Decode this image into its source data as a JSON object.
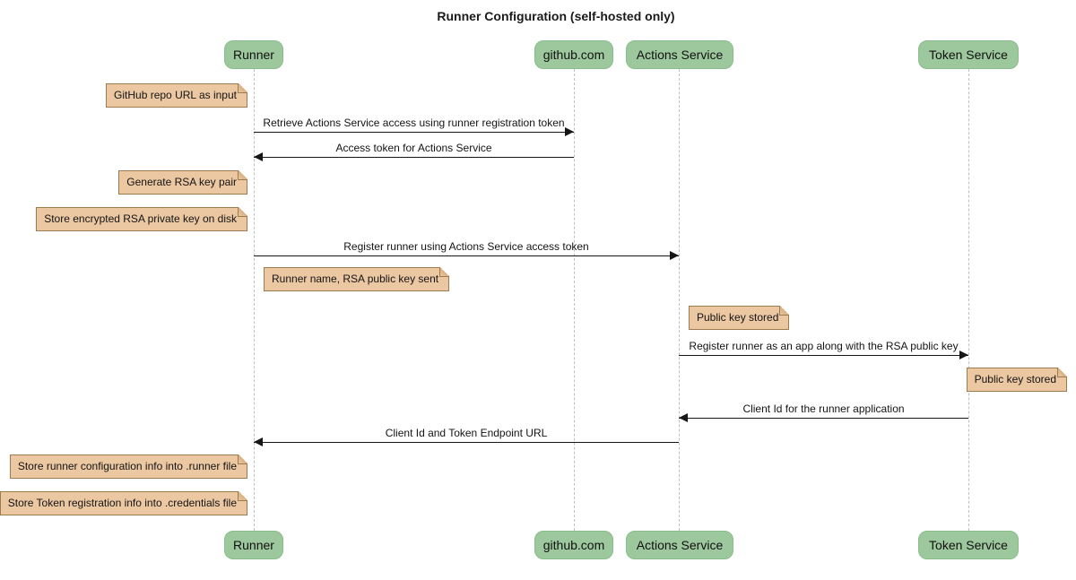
{
  "title": "Runner Configuration (self-hosted only)",
  "diagram_type": "sequence",
  "colors": {
    "participant_fill": "#9DC89D",
    "participant_border": "#8ABD8A",
    "note_fill": "#EBC7A2",
    "note_border": "#9C7B4F",
    "note_fold": "#D8B081",
    "lifeline": "#BFBFBF",
    "message_line": "#161616",
    "text": "#111111",
    "background": "#FFFFFF"
  },
  "participants": [
    {
      "id": "runner",
      "label": "Runner"
    },
    {
      "id": "github",
      "label": "github.com"
    },
    {
      "id": "actions-service",
      "label": "Actions Service"
    },
    {
      "id": "token-service",
      "label": "Token Service"
    }
  ],
  "messages": [
    {
      "from": "runner",
      "to": "github",
      "label": "Retrieve Actions Service access using runner registration token"
    },
    {
      "from": "github",
      "to": "runner",
      "label": "Access token for Actions Service"
    },
    {
      "from": "runner",
      "to": "actions-service",
      "label": "Register runner using Actions Service access token"
    },
    {
      "from": "actions-service",
      "to": "token-service",
      "label": "Register runner as an app along with the RSA public key"
    },
    {
      "from": "token-service",
      "to": "actions-service",
      "label": "Client Id for the runner application"
    },
    {
      "from": "actions-service",
      "to": "runner",
      "label": "Client Id and Token Endpoint URL"
    }
  ],
  "notes": [
    {
      "attached_to": "runner",
      "label": "GitHub repo URL as input"
    },
    {
      "attached_to": "runner",
      "label": "Generate RSA key pair"
    },
    {
      "attached_to": "runner",
      "label": "Store encrypted RSA private key on disk"
    },
    {
      "attached_to": "runner",
      "label": "Runner name, RSA public key sent"
    },
    {
      "attached_to": "actions-service",
      "label": "Public key stored"
    },
    {
      "attached_to": "token-service",
      "label": "Public key stored"
    },
    {
      "attached_to": "runner",
      "label": "Store runner configuration info into .runner file"
    },
    {
      "attached_to": "runner",
      "label": "Store Token registration info into .credentials file"
    }
  ]
}
